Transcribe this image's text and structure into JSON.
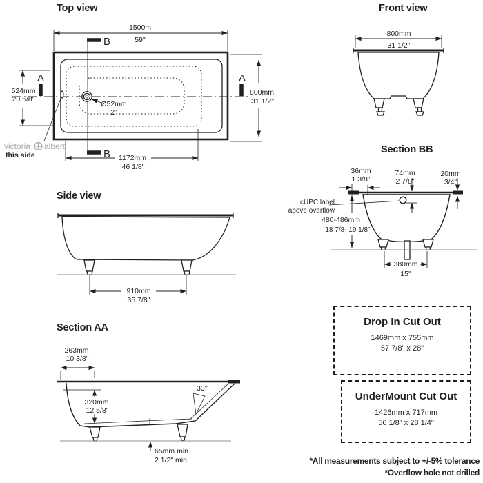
{
  "titles": {
    "top": "Top view",
    "front": "Front view",
    "side": "Side view",
    "section_bb": "Section BB",
    "section_aa": "Section AA"
  },
  "top": {
    "length_mm": "1500m",
    "length_in": "59\"",
    "width_mm": "800mm",
    "width_in": "31 1/2\"",
    "offset_mm": "524mm",
    "offset_in": "20 5/8\"",
    "inner_mm": "1172mm",
    "inner_in": "46 1/8\"",
    "drain_mm": "Ø52mm",
    "drain_in": "2\"",
    "a": "A",
    "b": "B",
    "brand_left": "victoria",
    "brand_right": "albert",
    "brand_note": "this side"
  },
  "front": {
    "width_mm": "800mm",
    "width_in": "31 1/2\""
  },
  "side": {
    "feet_mm": "910mm",
    "feet_in": "35 7/8\""
  },
  "bb": {
    "left_mm": "36mm",
    "left_in": "1 3/8\"",
    "mid_mm": "74mm",
    "mid_in": "2 7/8\"",
    "right_mm": "20mm",
    "right_in": "3/4\"",
    "label1": "cUPC label",
    "label2": "above overflow",
    "height_mm": "480-486mm",
    "height_in": "18 7/8- 19 1/8\"",
    "feet_mm": "380mm",
    "feet_in": "15\""
  },
  "aa": {
    "ledge_mm": "263mm",
    "ledge_in": "10 3/8\"",
    "depth_mm": "320mm",
    "depth_in": "12 5/8\"",
    "angle": "33°",
    "clear_mm": "65mm min",
    "clear_in": "2 1/2\" min"
  },
  "cutouts": {
    "drop_in": {
      "title": "Drop In Cut Out",
      "mm": "1469mm x 755mm",
      "inch": "57 7/8\" x 28\""
    },
    "undermount": {
      "title": "UnderMount Cut Out",
      "mm": "1426mm x 717mm",
      "inch": "56 1/8\" x 28 1/4\""
    }
  },
  "notes": {
    "tolerance": "*All measurements subject to +/-5% tolerance",
    "overflow": "*Overflow hole not drilled"
  },
  "colors": {
    "line": "#231f20",
    "floor": "#8f8f8f",
    "brand_gray": "#a9a9a9"
  }
}
